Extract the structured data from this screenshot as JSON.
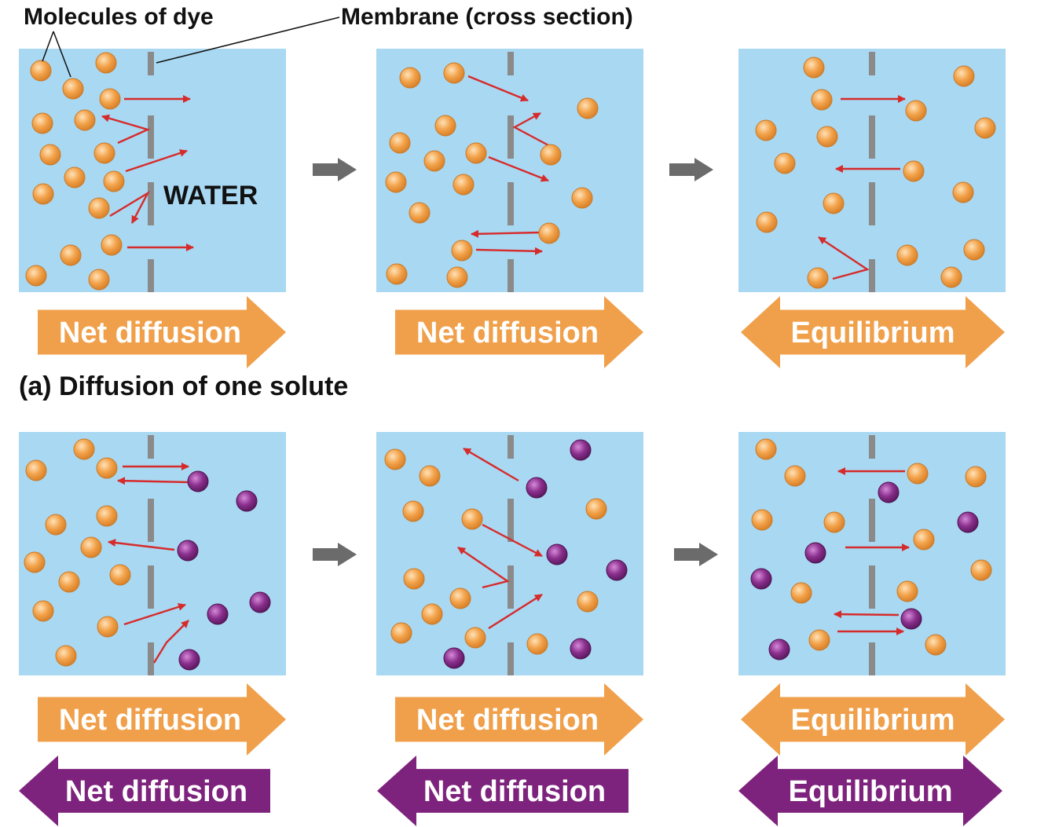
{
  "labels": {
    "molecules": "Molecules of dye",
    "membrane": "Membrane (cross section)",
    "water": "WATER",
    "section_a": "(a) Diffusion of one solute"
  },
  "row1": {
    "arrows": [
      "Net diffusion",
      "Net diffusion",
      "Equilibrium"
    ]
  },
  "row2": {
    "orange_arrows": [
      "Net diffusion",
      "Net diffusion",
      "Equilibrium"
    ],
    "purple_arrows": [
      "Net diffusion",
      "Net diffusion",
      "Equilibrium"
    ]
  },
  "colors": {
    "panel": "#a9d8f2",
    "membrane": "#8a8a8a",
    "orange_molecule": "#f2a24a",
    "purple_molecule": "#7b2a7e",
    "orange_arrow": "#f0a04b",
    "purple_arrow": "#7e237d",
    "motion_arrow": "#d62b2b",
    "step_arrow": "#6b6b6b"
  }
}
